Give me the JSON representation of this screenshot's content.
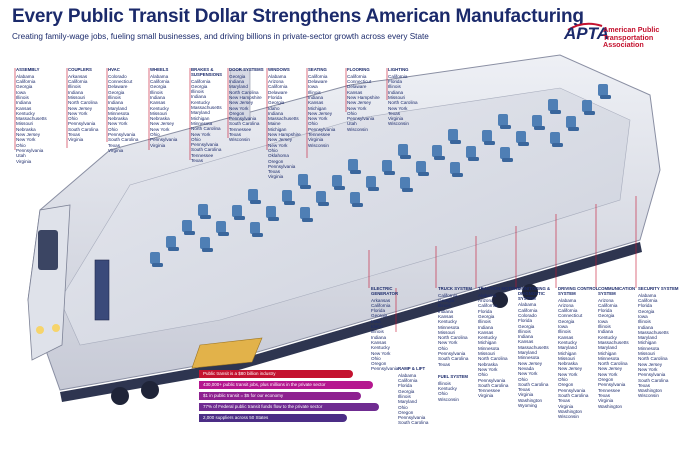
{
  "header": {
    "title": "Every Public Transit Dollar Strengthens American Manufacturing",
    "subtitle": "Creating family-wage jobs, fueling small businesses, and driving billions in private-sector growth across every State"
  },
  "logo": {
    "mark": "APTA",
    "name": "American Public Transportation Association"
  },
  "colors": {
    "navy": "#1b2a6b",
    "red": "#c4122f",
    "magenta": "#b5178f",
    "purple": "#6f2c91",
    "seat": "#4f7fb5",
    "floor": "#d9dbe4"
  },
  "systems": [
    {
      "name": "ASSEMBLY",
      "states": [
        "Alabama",
        "California",
        "Georgia",
        "Iowa",
        "Illinois",
        "Indiana",
        "Kansas",
        "Kentucky",
        "Massachusetts",
        "Missouri",
        "Nebraska",
        "New Jersey",
        "New York",
        "Ohio",
        "Pennsylvania",
        "Utah",
        "Virginia"
      ]
    },
    {
      "name": "COUPLERS",
      "states": [
        "Arkansas",
        "California",
        "Illinois",
        "Indiana",
        "Missouri",
        "North Carolina",
        "New Jersey",
        "New York",
        "Ohio",
        "Pennsylvania",
        "South Carolina",
        "Texas",
        "Virginia"
      ]
    },
    {
      "name": "HVAC",
      "states": [
        "Colorado",
        "Connecticut",
        "Delaware",
        "Georgia",
        "Illinois",
        "Indiana",
        "Maryland",
        "Minnesota",
        "Nebraska",
        "New York",
        "Ohio",
        "Pennsylvania",
        "South Carolina",
        "Texas",
        "Virginia"
      ]
    },
    {
      "name": "WHEELS",
      "states": [
        "Alabama",
        "California",
        "Georgia",
        "Illinois",
        "Indiana",
        "Kansas",
        "Kentucky",
        "Missouri",
        "Nebraska",
        "New Jersey",
        "New York",
        "Ohio",
        "Pennsylvania",
        "Virginia"
      ]
    },
    {
      "name": "BRAKES & SUSPENSIONS",
      "states": [
        "California",
        "Georgia",
        "Illinois",
        "Indiana",
        "Kentucky",
        "Massachusetts",
        "Maryland",
        "Michigan",
        "Minnesota",
        "North Carolina",
        "New York",
        "Ohio",
        "Pennsylvania",
        "South Carolina",
        "Tennessee",
        "Texas"
      ]
    },
    {
      "name": "DOOR SYSTEMS",
      "states": [
        "Georgia",
        "Indiana",
        "Maryland",
        "North Carolina",
        "New Hampshire",
        "New Jersey",
        "New York",
        "Oregon",
        "Pennsylvania",
        "South Carolina",
        "Tennessee",
        "Texas",
        "Wisconsin"
      ]
    },
    {
      "name": "WINDOWS",
      "states": [
        "Alabama",
        "Arizona",
        "California",
        "Delaware",
        "Florida",
        "Georgia",
        "Idaho",
        "Indiana",
        "Massachusetts",
        "Maine",
        "Michigan",
        "New Hampshire",
        "New Jersey",
        "New York",
        "Ohio",
        "Oklahoma",
        "Oregon",
        "Pennsylvania",
        "Texas",
        "Virginia"
      ]
    },
    {
      "name": "SEATING",
      "states": [
        "California",
        "Delaware",
        "Iowa",
        "Illinois",
        "Indiana",
        "Kansas",
        "Michigan",
        "New Jersey",
        "New York",
        "Ohio",
        "Pennsylvania",
        "Tennessee",
        "Virginia",
        "Wisconsin"
      ]
    },
    {
      "name": "FLOORING",
      "states": [
        "California",
        "Connecticut",
        "Delaware",
        "Kansas",
        "New Hampshire",
        "New Jersey",
        "New York",
        "Ohio",
        "Pennsylvania",
        "Utah",
        "Wisconsin"
      ]
    },
    {
      "name": "LIGHTING",
      "states": [
        "California",
        "Florida",
        "Illinois",
        "Indiana",
        "Missouri",
        "North Carolina",
        "New York",
        "Texas",
        "Virginia",
        "Wisconsin"
      ]
    },
    {
      "name": "ELECTRIC GENERATOR",
      "states": [
        "Arkansas",
        "California",
        "Florida",
        "Georgia",
        "Iowa",
        "Idaho",
        "Illinois",
        "Indiana",
        "Kansas",
        "Kentucky",
        "New York",
        "Ohio",
        "Oregon",
        "Pennsylvania"
      ]
    },
    {
      "name": "RAMP & LIFT",
      "states": [
        "Alabama",
        "California",
        "Florida",
        "Georgia",
        "Illinois",
        "Maryland",
        "Ohio",
        "Oregon",
        "Pennsylvania",
        "South Carolina"
      ]
    },
    {
      "name": "TRUCK SYSTEM",
      "states": [
        "California",
        "Georgia",
        "Illinois",
        "Indiana",
        "Kansas",
        "Kentucky",
        "Minnesota",
        "Missouri",
        "North Carolina",
        "New York",
        "Ohio",
        "Pennsylvania",
        "South Carolina",
        "Texas"
      ]
    },
    {
      "name": "FUEL SYSTEM",
      "states": [
        "Illinois",
        "Kentucky",
        "Ohio",
        "Wisconsin"
      ]
    },
    {
      "name": "TRACTION MOTORS",
      "states": [
        "Alabama",
        "Arizona",
        "California",
        "Florida",
        "Georgia",
        "Illinois",
        "Indiana",
        "Kansas",
        "Kentucky",
        "Michigan",
        "Minnesota",
        "Missouri",
        "North Carolina",
        "Nebraska",
        "New York",
        "Ohio",
        "Pennsylvania",
        "South Carolina",
        "Tennessee",
        "Virginia"
      ]
    },
    {
      "name": "MONITORING & DIAGNOSTIC SYSTEM",
      "states": [
        "Alabama",
        "California",
        "Colorado",
        "Florida",
        "Georgia",
        "Illinois",
        "Indiana",
        "Kansas",
        "Massachusetts",
        "Maryland",
        "Minnesota",
        "New Jersey",
        "Nevada",
        "New York",
        "Ohio",
        "South Carolina",
        "Texas",
        "Virginia",
        "Washington",
        "Wyoming"
      ]
    },
    {
      "name": "DRIVING CONTROL SYSTEM",
      "states": [
        "Alabama",
        "Arizona",
        "California",
        "Connecticut",
        "Georgia",
        "Iowa",
        "Illinois",
        "Kansas",
        "Kentucky",
        "Maryland",
        "Michigan",
        "Missouri",
        "Nebraska",
        "New Jersey",
        "New York",
        "Ohio",
        "Oregon",
        "Pennsylvania",
        "South Carolina",
        "Texas",
        "Virginia",
        "Washington",
        "Wisconsin"
      ]
    },
    {
      "name": "COMMUNICATION SYSTEM",
      "states": [
        "Arizona",
        "California",
        "Florida",
        "Georgia",
        "Iowa",
        "Illinois",
        "Indiana",
        "Kentucky",
        "Massachusetts",
        "Maryland",
        "Michigan",
        "Minnesota",
        "North Carolina",
        "New Jersey",
        "New York",
        "Oregon",
        "Pennsylvania",
        "Tennessee",
        "Texas",
        "Virginia",
        "Washington"
      ]
    },
    {
      "name": "SECURITY SYSTEM",
      "states": [
        "Alabama",
        "California",
        "Florida",
        "Georgia",
        "Iowa",
        "Illinois",
        "Indiana",
        "Massachusetts",
        "Maryland",
        "Michigan",
        "Minnesota",
        "Missouri",
        "North Carolina",
        "New Jersey",
        "New York",
        "Pennsylvania",
        "South Carolina",
        "Texas",
        "Washington",
        "Wisconsin"
      ]
    }
  ],
  "facts": [
    "Public transit is a $80 billion industry",
    "430,000+ public transit jobs, plus millions in the private sector",
    "$1 in public transit = $5 for our economy",
    "77% of Federal public transit funds flow to the private sector",
    "2,000 suppliers across 50 States"
  ]
}
